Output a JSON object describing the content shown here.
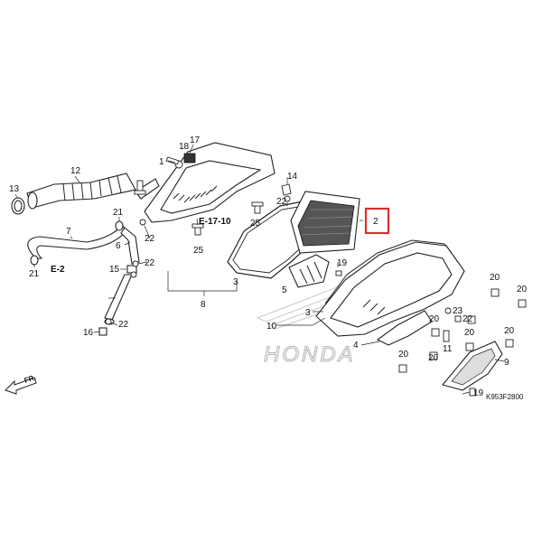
{
  "diagram": {
    "callouts": {
      "c2": "2",
      "c3a": "3",
      "c3b": "3",
      "c4": "4",
      "c5": "5",
      "c6": "6",
      "c7": "7",
      "c8": "8",
      "c9": "9",
      "c10": "10",
      "c11": "11",
      "c12": "12",
      "c13": "13",
      "c14": "14",
      "c15": "15",
      "c16": "16",
      "c17": "17",
      "c18": "18",
      "c19a": "19",
      "c19b": "19",
      "c20a": "20",
      "c20b": "20",
      "c20c": "20",
      "c20d": "20",
      "c20e": "20",
      "c20f": "20",
      "c20g": "20",
      "c21a": "21",
      "c21b": "21",
      "c22a": "22",
      "c22b": "22",
      "c22c": "22",
      "c22d": "22",
      "c22e": "22",
      "c23": "23",
      "c25a": "25",
      "c25b": "25"
    },
    "refs": {
      "e17": "E-17-10",
      "e2": "E-2"
    },
    "fr_label": "FR.",
    "watermark": "HONDA",
    "diagram_code": "K953F2800",
    "highlight_color": "#d93030"
  }
}
